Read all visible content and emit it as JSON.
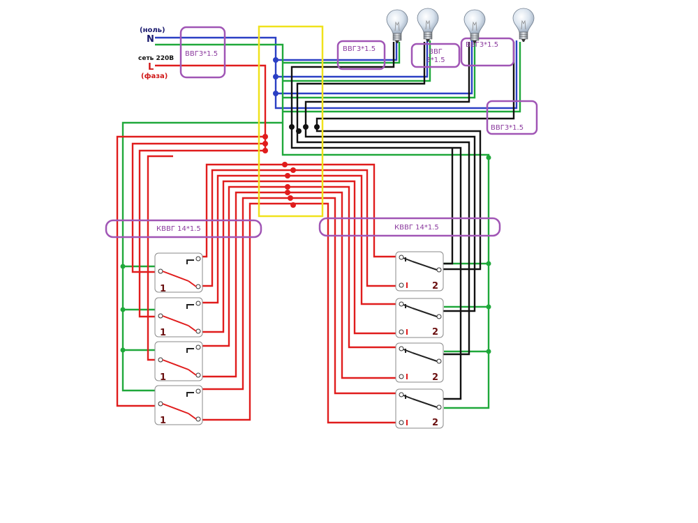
{
  "mains": {
    "neutral_label": "(ноль)",
    "neutral_letter": "N",
    "network_label": "сеть 220В",
    "phase_letter": "L",
    "phase_label": "(фаза)"
  },
  "cable_labels": {
    "vvg_input": "ВВГ3*1.5",
    "vvg_lamp1": "ВВГ3*1.5",
    "vvg_lamp2_line1": "ВВГ",
    "vvg_lamp2_line2": "3*1.5",
    "vvg_lamp3": "ВВГ3*1.5",
    "vvg_lamp4": "ВВГ3*1.5",
    "kvvg_left": "КВВГ 14*1.5",
    "kvvg_right": "КВВГ 14*1.5"
  },
  "switch_groups": {
    "left_number": "1",
    "right_number": "2"
  },
  "colors": {
    "phase": "#e01c1c",
    "neutral": "#2a3fc4",
    "ground": "#1fa83a",
    "switched": "#111111",
    "junction_box": "#f0e21c",
    "cable_label": "#a055b5"
  }
}
